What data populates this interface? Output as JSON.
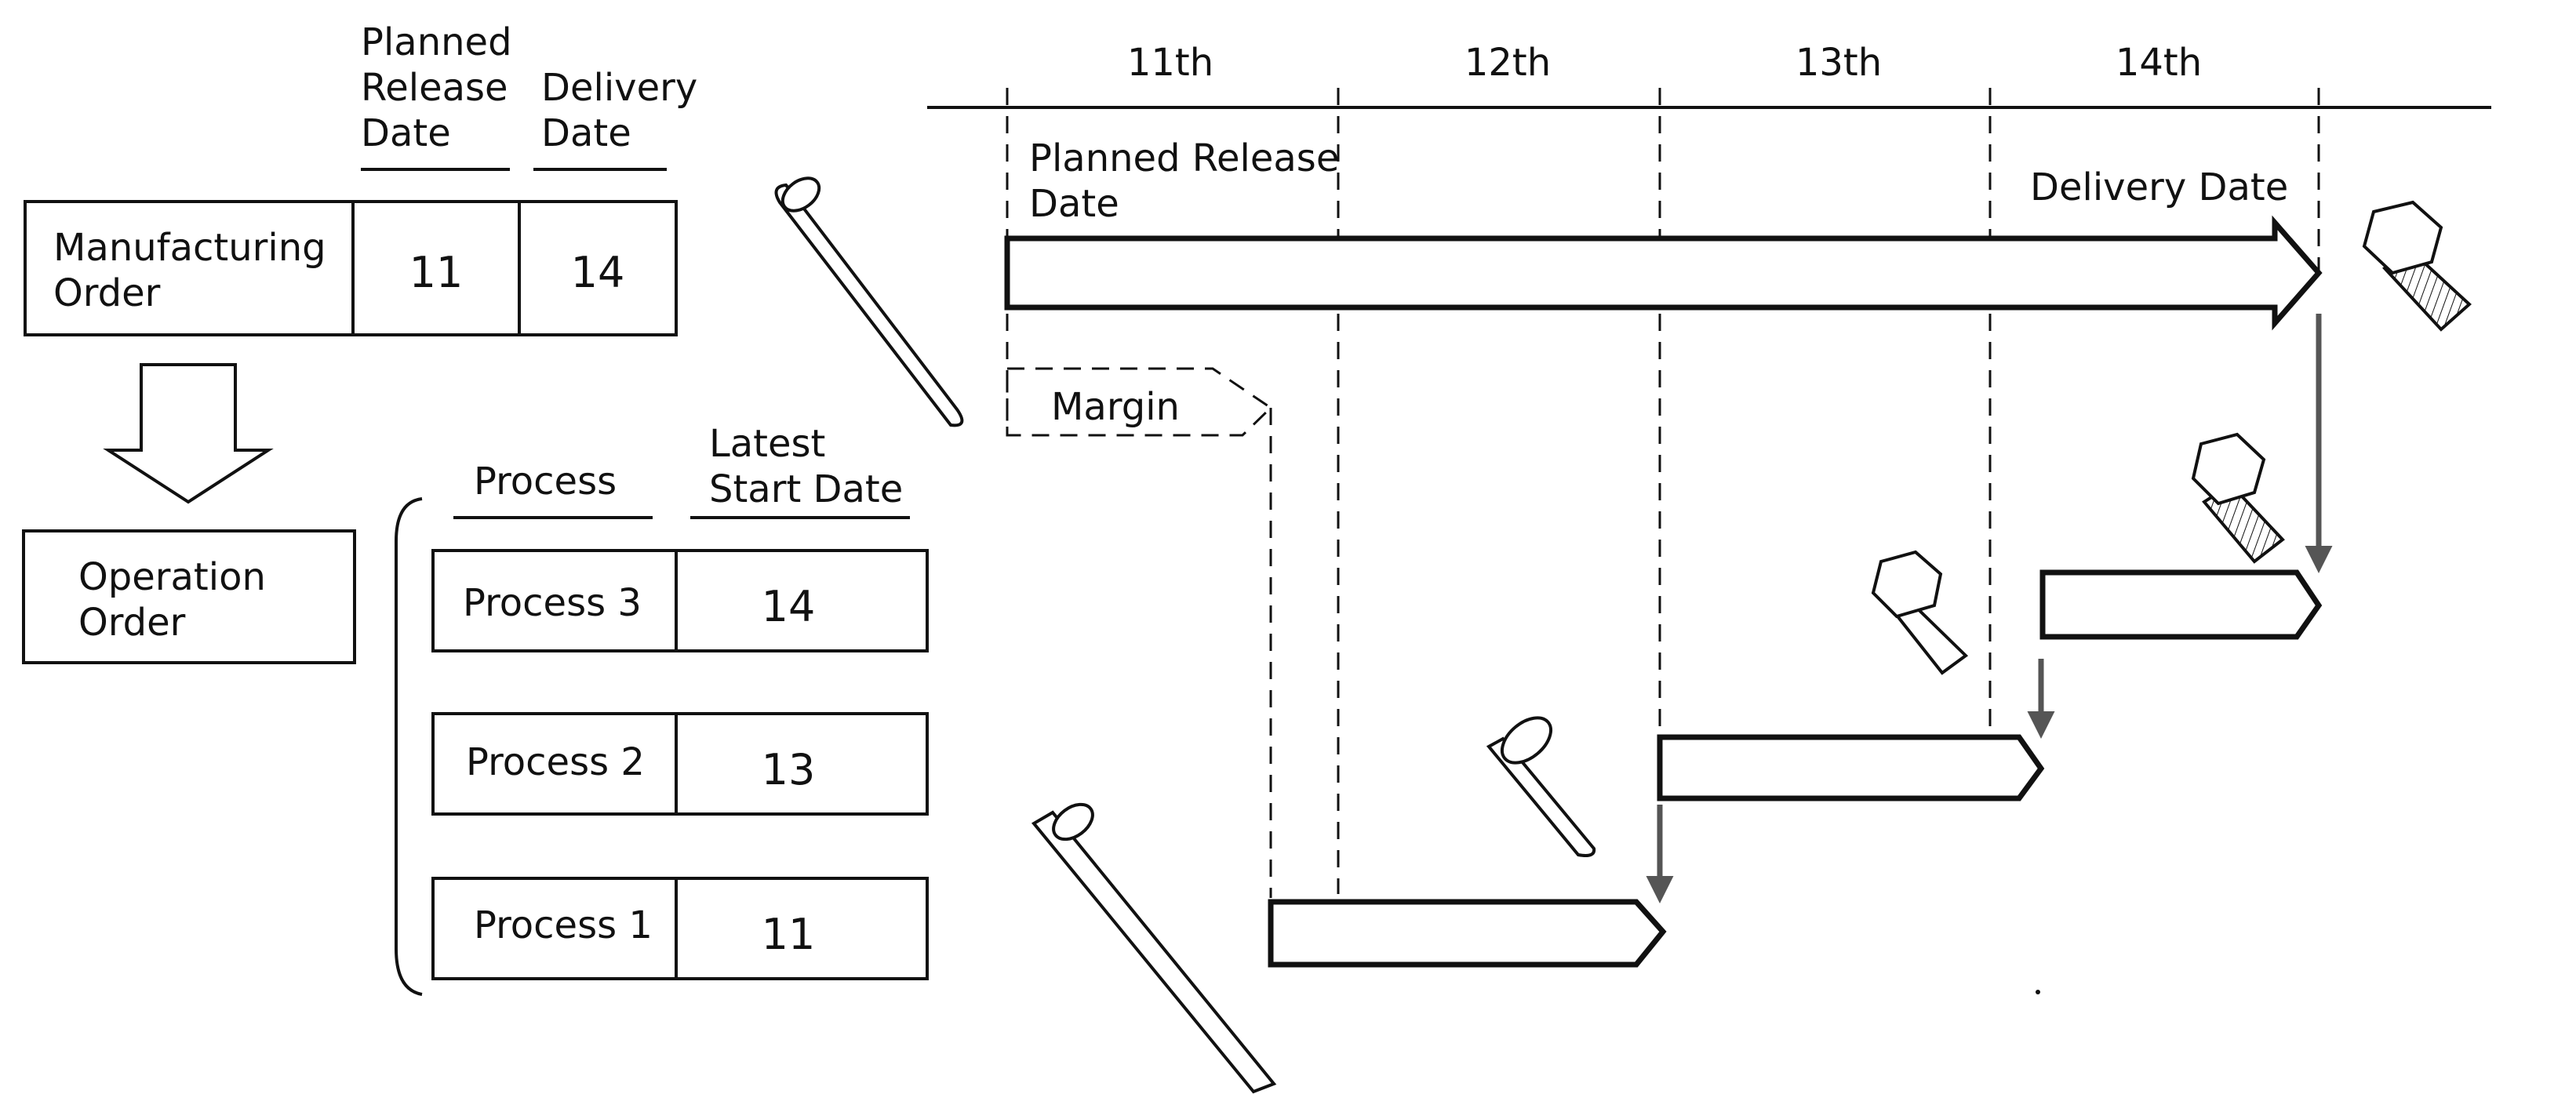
{
  "manufacturing_order": {
    "header_planned_release": "Planned\nRelease\nDate",
    "header_delivery": "Delivery\nDate",
    "label": "Manufacturing\nOrder",
    "planned_release_value": "11",
    "delivery_value": "14"
  },
  "operation_order": {
    "label": "Operation\nOrder"
  },
  "process_table": {
    "header_process": "Process",
    "header_latest_start": "Latest\nStart Date",
    "rows": [
      {
        "process": "Process 3",
        "latest_start": "14"
      },
      {
        "process": "Process 2",
        "latest_start": "13"
      },
      {
        "process": "Process 1",
        "latest_start": "11"
      }
    ]
  },
  "timeline": {
    "days": [
      "11th",
      "12th",
      "13th",
      "14th"
    ],
    "planned_release_label": "Planned Release\nDate",
    "delivery_label": "Delivery Date",
    "margin_label": "Margin"
  }
}
